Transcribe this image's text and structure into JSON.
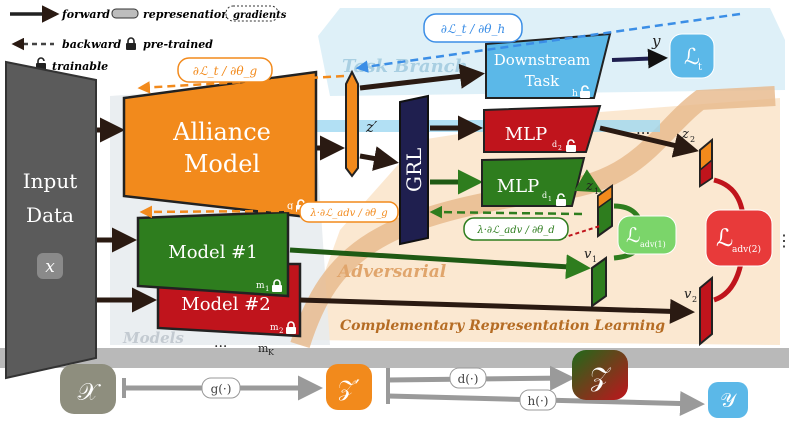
{
  "legend": {
    "forward": "forward",
    "backward": "backward",
    "representation": "represenation",
    "gradients": "gradients",
    "pretrained": "pre-trained",
    "trainable": "trainable"
  },
  "input": {
    "title_line1": "Input",
    "title_line2": "Data",
    "var": "x"
  },
  "alliance": {
    "line1": "Alliance",
    "line2": "Model",
    "sub": "g"
  },
  "models": [
    {
      "label": "Model #1",
      "sub": "m",
      "sub_index": "1"
    },
    {
      "label": "Model #2",
      "sub": "m",
      "sub_index": "2"
    }
  ],
  "models_dots": "...",
  "models_last": "m",
  "models_last_index": "K",
  "models_region_label": "Models",
  "task_branch_label": "Task Branch",
  "adversarial_label": "Adversarial",
  "crl_label": "Complementary Representation Learning",
  "downstream": {
    "line1": "Downstream",
    "line2": "Task",
    "sub": "h"
  },
  "grl": "GRL",
  "mlp": [
    {
      "label": "MLP",
      "sub": "d",
      "sub_index": "2"
    },
    {
      "label": "MLP",
      "sub": "d",
      "sub_index": "1"
    }
  ],
  "vars": {
    "z_prime": "z′",
    "y": "y",
    "z1": "z",
    "z1_idx": "1",
    "z2": "z",
    "z2_idx": "2",
    "v1": "v",
    "v1_idx": "1",
    "v2": "v",
    "v2_idx": "2",
    "dots": "..."
  },
  "losses": {
    "lt": "ℒ",
    "lt_sub": "t",
    "adv1": "ℒ",
    "adv1_sub": "adv(1)",
    "adv2": "ℒ",
    "adv2_sub": "adv(2)",
    "trailing": "⋮"
  },
  "gradients": {
    "top": "∂ℒ_t / ∂θ_h",
    "left": "∂ℒ_t / ∂θ_g",
    "lower_left": "λ·∂ℒ_adv / ∂θ_g",
    "adv": "λ·∂ℒ_adv / ∂θ_d"
  },
  "bottom": {
    "X": "𝒳",
    "g": "g(·)",
    "Zp": "𝒵′",
    "d": "d(·)",
    "h": "h(·)",
    "Z": "𝒵",
    "Y": "𝒴"
  },
  "colors": {
    "orange": "#f28a1c",
    "green": "#2e7d1e",
    "red": "#c0141c",
    "navy": "#1f1f4f",
    "blue": "#5bb8e8",
    "gray": "#767676",
    "dashed_blue": "#3b8ee6",
    "dashed_orange": "#f28a1c"
  }
}
